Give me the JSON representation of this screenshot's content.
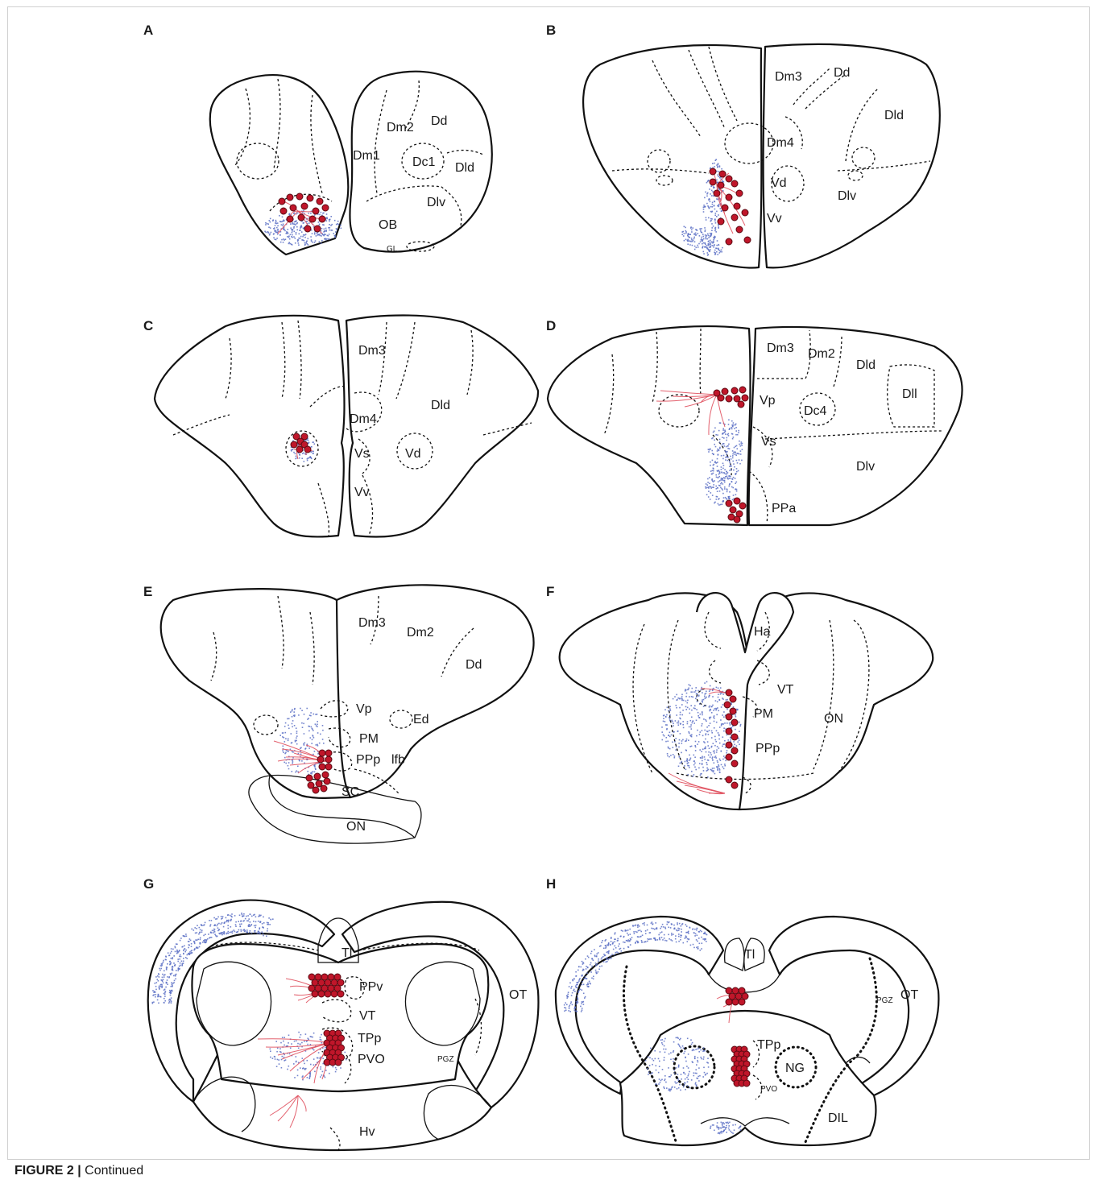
{
  "caption": {
    "figure_label": "FIGURE 2 |",
    "text": "Continued"
  },
  "colors": {
    "cell": "#c0162a",
    "fiber": "#e0505e",
    "terminal": "#5b6fc4",
    "outline": "#111111"
  },
  "panels": [
    {
      "letter": "A",
      "labels": [
        "Dm2",
        "Dd",
        "Dm1",
        "Dc1",
        "Dld",
        "Dlv",
        "OB",
        "GL"
      ]
    },
    {
      "letter": "B",
      "labels": [
        "Dm3",
        "Dd",
        "Dld",
        "Dm4",
        "Vd",
        "Dlv",
        "Vv"
      ]
    },
    {
      "letter": "C",
      "labels": [
        "Dm3",
        "Dld",
        "Dm4",
        "Vs",
        "Vd",
        "Vv"
      ]
    },
    {
      "letter": "D",
      "labels": [
        "Dm3",
        "Dm2",
        "Dld",
        "Dll",
        "Vp",
        "Dc4",
        "Vs",
        "Dlv",
        "PPa"
      ]
    },
    {
      "letter": "E",
      "labels": [
        "Dm3",
        "Dm2",
        "Dd",
        "Vp",
        "Ed",
        "PM",
        "PPp",
        "lfb",
        "SC",
        "ON"
      ]
    },
    {
      "letter": "F",
      "labels": [
        "Ha",
        "VT",
        "PM",
        "ON",
        "PPp"
      ]
    },
    {
      "letter": "G",
      "labels": [
        "Tl",
        "PPv",
        "OT",
        "VT",
        "TPp",
        "PVO",
        "PGZ",
        "Hv"
      ]
    },
    {
      "letter": "H",
      "labels": [
        "Tl",
        "OT",
        "PGZ",
        "TPp",
        "NG",
        "PVO",
        "DIL"
      ]
    }
  ]
}
